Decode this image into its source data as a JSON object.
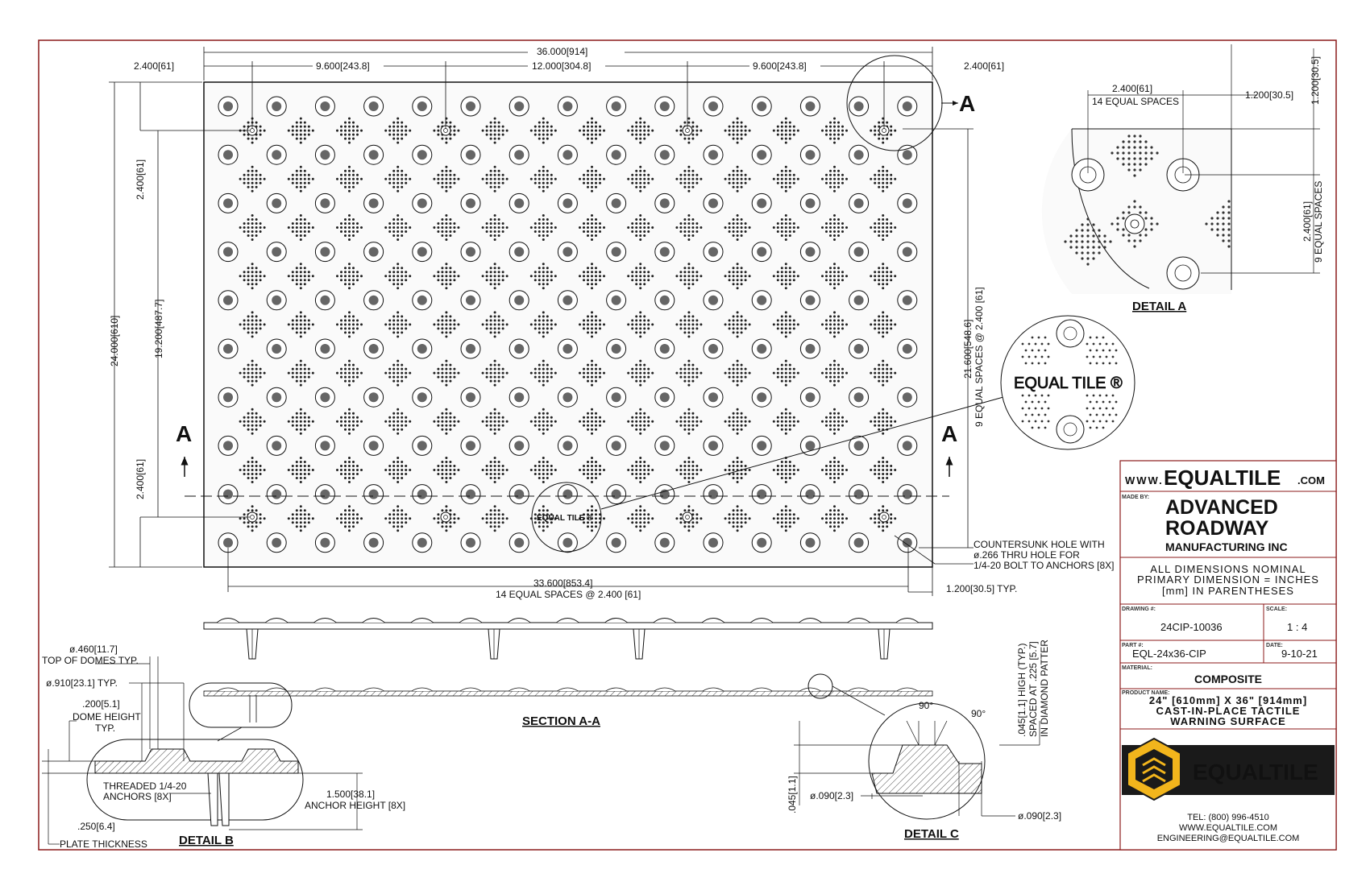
{
  "drawing": {
    "overall_width": "36.000[914]",
    "edge_left": "2.400[61]",
    "edge_right": "2.400[61]",
    "span_left": "9.600[243.8]",
    "span_mid": "12.000[304.8]",
    "span_right": "9.600[243.8]",
    "overall_height": "24.000[610]",
    "inner_height": "19.200[487.7]",
    "top_edge": "2.400[61]",
    "bottom_edge": "2.400[61]",
    "right_vertical": "21.600[548.6]",
    "right_vertical_sub": "9 EQUAL SPACES @ 2.400 [61]",
    "bottom_span": "33.600[853.4]",
    "bottom_span_sub": "14 EQUAL SPACES @ 2.400 [61]",
    "bottom_right": "1.200[30.5] TYP.",
    "section_marker": "A",
    "countersunk_note": [
      "COUNTERSUNK HOLE WITH",
      "ø.266 THRU HOLE FOR",
      "1/4-20 BOLT TO ANCHORS [8X]"
    ],
    "logo_text": "EQUAL TILE ®"
  },
  "detail_a": {
    "title": "DETAIL A",
    "spacing_h": "2.400[61]",
    "spacing_h_sub": "14 EQUAL SPACES",
    "offset_h": "1.200[30.5]",
    "offset_v": "1.200[30.5]",
    "spacing_v": "2.400[61]",
    "spacing_v_sub": "9 EQUAL SPACES"
  },
  "section": {
    "title": "SECTION A-A"
  },
  "detail_b": {
    "title": "DETAIL B",
    "dome_top": "ø.460[11.7]",
    "dome_top_sub": "TOP OF DOMES TYP.",
    "dome_base": "ø.910[23.1] TYP.",
    "dome_height": ".200[5.1]",
    "dome_height_sub1": "DOME HEIGHT",
    "dome_height_sub2": "TYP.",
    "anchors1": "THREADED  1/4-20",
    "anchors2": "ANCHORS [8X]",
    "anchor_height": "1.500[38.1]",
    "anchor_height_sub": "ANCHOR HEIGHT [8X]",
    "plate": ".250[6.4]",
    "plate_sub": "PLATE THICKNESS"
  },
  "detail_c": {
    "title": "DETAIL C",
    "height": ".045[1.1]",
    "angle1": "90°",
    "angle2": "90°",
    "dia1": "ø.090[2.3]",
    "dia2": "ø.090[2.3]",
    "note1": ".045[1.1] HIGH (TYP.)",
    "note2": "SPACED AT .225 [5.7]",
    "note3": "IN DIAMOND PATTER"
  },
  "title_block": {
    "url_prefix": "WWW.",
    "url_brand": "EQUALTILE",
    "url_suffix": ".COM",
    "made_by_label": "MADE BY:",
    "company1": "ADVANCED",
    "company2": "ROADWAY",
    "company3": "MANUFACTURING INC",
    "note1": "ALL DIMENSIONS NOMINAL",
    "note2": "PRIMARY DIMENSION = INCHES",
    "note3": "[mm] IN PARENTHESES",
    "drawing_label": "DRAWING #:",
    "drawing_no": "24CIP-10036",
    "scale_label": "SCALE:",
    "scale": "1 : 4",
    "part_label": "PART #:",
    "part_no": "EQL-24x36-CIP",
    "date_label": "DATE:",
    "date": "9-10-21",
    "material_label": "MATERIAL:",
    "material": "COMPOSITE",
    "product_label": "PRODUCT NAME:",
    "product1": "24\" [610mm] X 36\" [914mm]",
    "product2": "CAST-IN-PLACE TACTILE",
    "product3": "WARNING SURFACE",
    "brand_a": "EQUAL",
    "brand_b": "TILE",
    "tel": "TEL: (800) 996-4510",
    "web": "WWW.EQUALTILE.COM",
    "email": "ENGINEERING@EQUALTILE.COM",
    "accent": "#8b1a1a",
    "navy": "#0d2a5c",
    "gold": "#f2b51c"
  }
}
